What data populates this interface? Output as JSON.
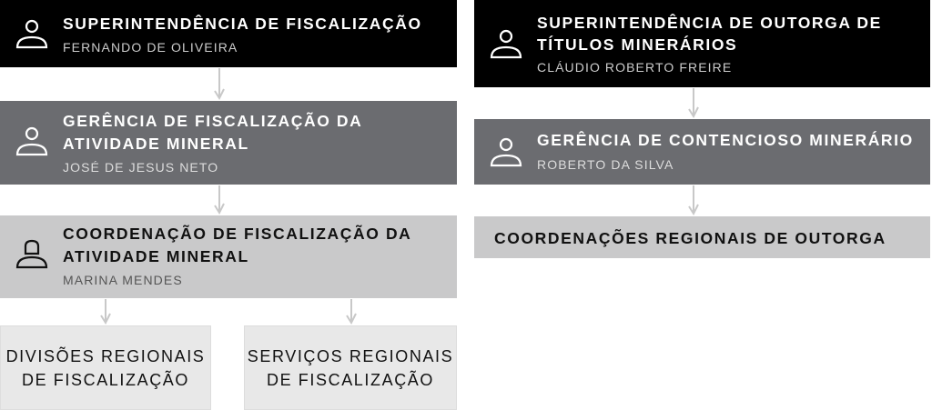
{
  "left": {
    "superintendencia": {
      "title": "SUPERINTENDÊNCIA DE FISCALIZAÇÃO",
      "name": "FERNANDO DE OLIVEIRA"
    },
    "gerencia": {
      "title_line1": "GERÊNCIA DE FISCALIZAÇÃO DA",
      "title_line2": "ATIVIDADE MINERAL",
      "name": "JOSÉ DE JESUS NETO"
    },
    "coordenacao": {
      "title_line1": "COORDENAÇÃO DE FISCALIZAÇÃO DA",
      "title_line2": "ATIVIDADE MINERAL",
      "name": "MARINA MENDES"
    },
    "divisoes": {
      "line1": "DIVISÕES REGIONAIS",
      "line2": "DE FISCALIZAÇÃO"
    },
    "servicos": {
      "line1": "SERVIÇOS REGIONAIS",
      "line2": "DE FISCALIZAÇÃO"
    }
  },
  "right": {
    "superintendencia": {
      "title_line1": "SUPERINTENDÊNCIA DE OUTORGA DE",
      "title_line2": "TÍTULOS MINERÁRIOS",
      "name": "CLÁUDIO ROBERTO FREIRE"
    },
    "gerencia": {
      "title": "GERÊNCIA DE CONTENCIOSO MINERÁRIO",
      "name": "ROBERTO DA SILVA"
    },
    "coordenacoes": {
      "title": "COORDENAÇÕES REGIONAIS DE OUTORGA"
    }
  },
  "colors": {
    "level1": "#000000",
    "level2": "#6b6c70",
    "level3": "#c9c9ca",
    "level4": "#e8e8e8",
    "connector": "#c8c8c8"
  }
}
